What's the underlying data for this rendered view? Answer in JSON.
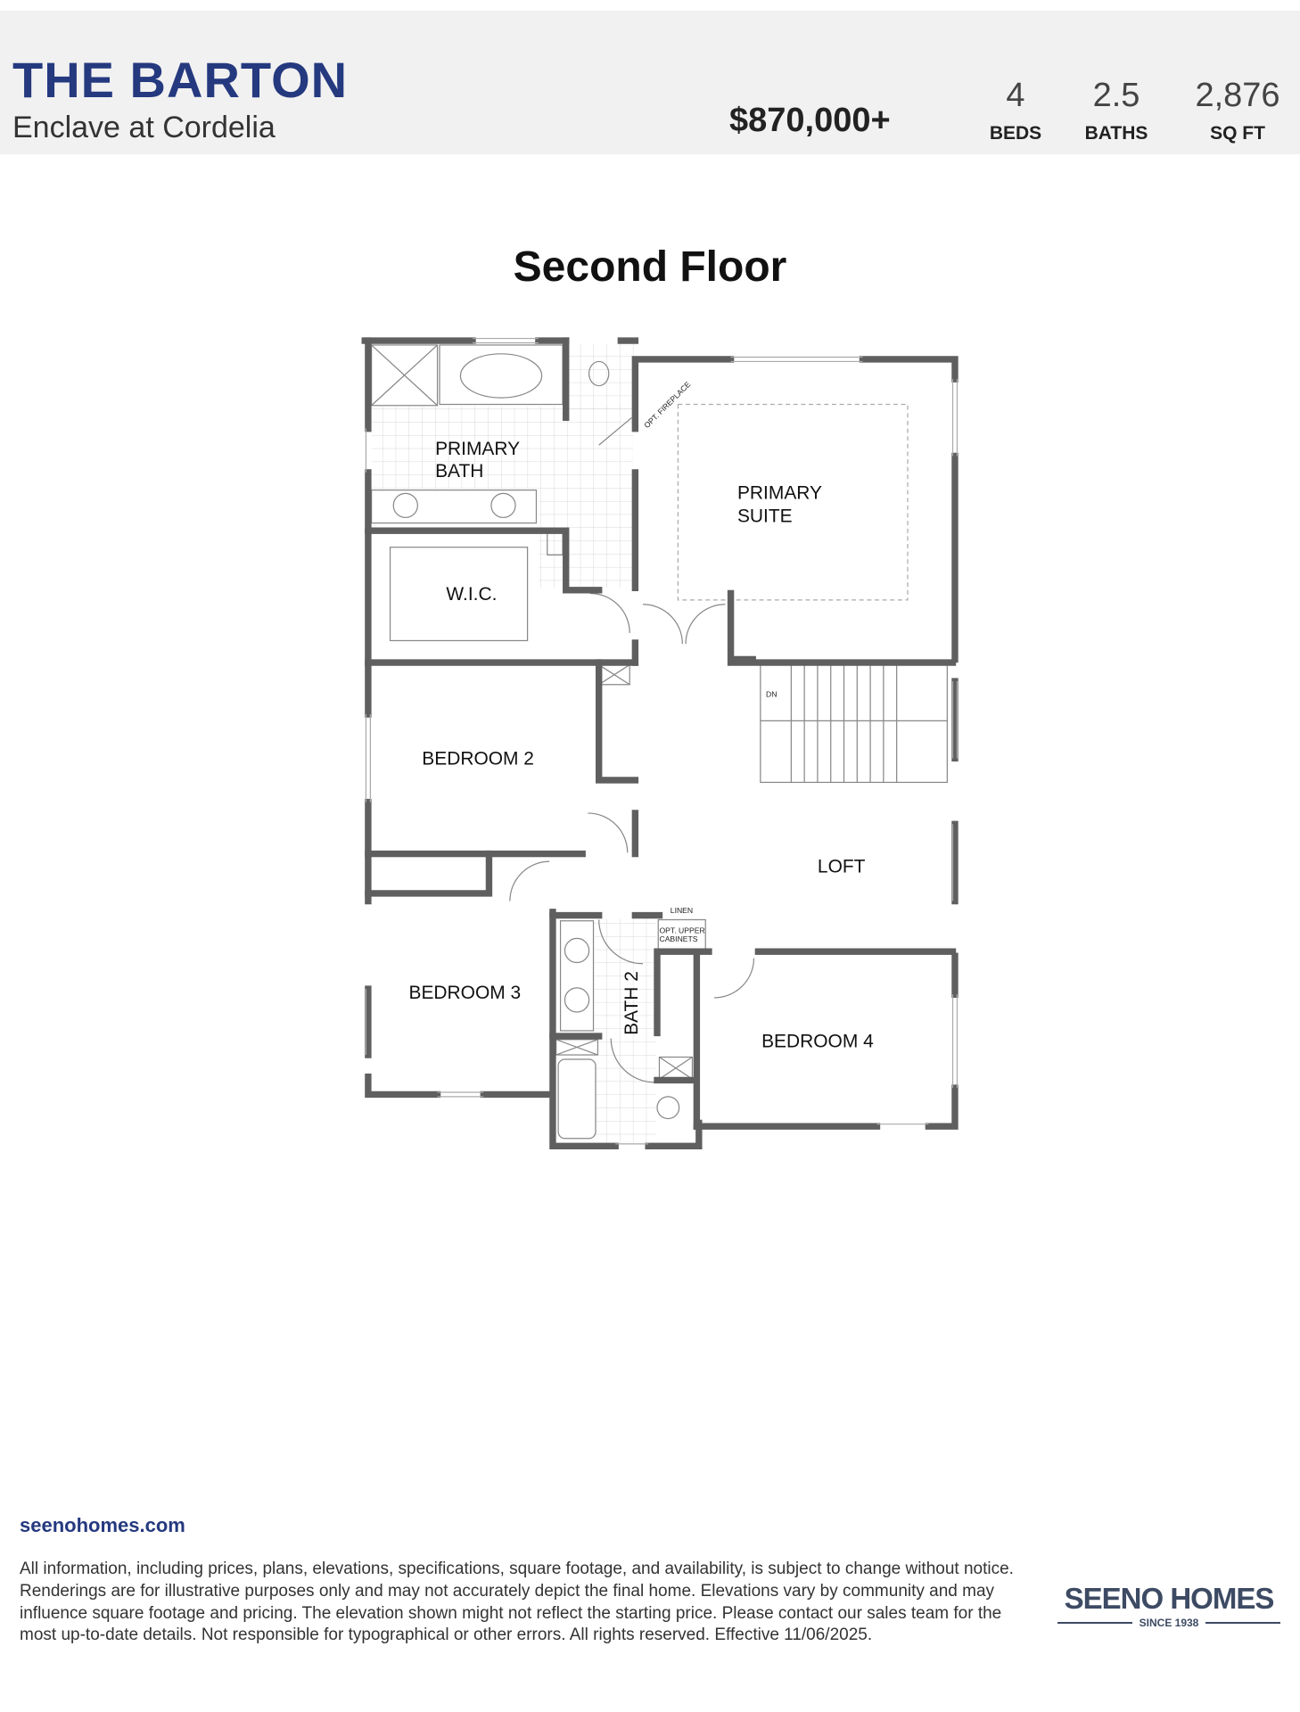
{
  "header": {
    "title": "THE BARTON",
    "community": "Enclave at Cordelia",
    "price": "$870,000+",
    "stats": [
      {
        "value": "4",
        "label": "BEDS"
      },
      {
        "value": "2.5",
        "label": "BATHS"
      },
      {
        "value": "2,876",
        "label": "SQ FT"
      }
    ]
  },
  "plan": {
    "title": "Second Floor",
    "rooms": {
      "primary_bath": [
        "PRIMARY",
        "BATH"
      ],
      "primary_suite": [
        "PRIMARY",
        "SUITE"
      ],
      "wic": "W.I.C.",
      "bedroom2": "BEDROOM 2",
      "loft": "LOFT",
      "bedroom3": "BEDROOM 3",
      "bedroom4": "BEDROOM 4",
      "bath2": "BATH 2"
    },
    "notes": {
      "fireplace": "OPT. FIREPLACE",
      "down": "DN",
      "linen": "LINEN",
      "cabinets": [
        "OPT. UPPER",
        "CABINETS"
      ]
    }
  },
  "footer": {
    "website": "seenohomes.com",
    "disclaimer": "All information, including prices, plans, elevations, specifications, square footage, and availability, is subject to change without notice. Renderings are for illustrative purposes only and may not accurately depict the final home. Elevations vary by community and may influence square footage and pricing. The elevation shown might not reflect the starting price. Please contact our sales team for the most up-to-date details. Not responsible for typographical or other errors. All rights reserved. Effective 11/06/2025.",
    "logo_name": "SEENO HOMES",
    "logo_since": "SINCE 1938"
  },
  "colors": {
    "brand": "#25397f",
    "logo": "#3d4a63",
    "header_bg": "#f1f1f1",
    "wall": "#5f5f5f"
  }
}
